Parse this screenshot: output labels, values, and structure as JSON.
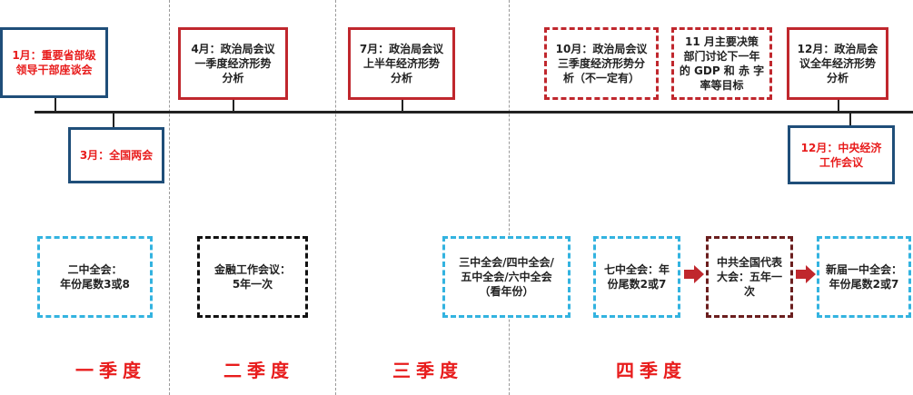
{
  "timeline": {
    "events_above": [
      {
        "id": "jan",
        "text": "1月：重要省部级\n领导干部座谈会"
      },
      {
        "id": "apr",
        "text": "4月：政治局会议\n一季度经济形势\n分析"
      },
      {
        "id": "jul",
        "text": "7月：政治局会议\n上半年经济形势\n分析"
      },
      {
        "id": "oct",
        "text": "10月：政治局会议\n三季度经济形势分\n析（不一定有）"
      },
      {
        "id": "nov",
        "text": "11 月主要决策\n部门讨论下一年\n的 GDP 和 赤 字\n率等目标"
      },
      {
        "id": "dec",
        "text": "12月：政治局会\n议全年经济形势\n分析"
      }
    ],
    "events_below": [
      {
        "id": "mar",
        "text": "3月：全国两会"
      },
      {
        "id": "dec_conf",
        "text": "12月：中央经济\n工作会议"
      }
    ]
  },
  "periodic_meetings": [
    {
      "id": "second_plenum",
      "text": "二中全会：\n年份尾数3或8"
    },
    {
      "id": "finance",
      "text": "金融工作会议：\n5年一次"
    },
    {
      "id": "plenums",
      "text": "三中全会/四中全会/\n五中全会/六中全会\n（看年份）"
    },
    {
      "id": "seventh",
      "text": "七中全会：年\n份尾数2或7"
    },
    {
      "id": "congress",
      "text": "中共全国代表\n大会：五年一\n次"
    },
    {
      "id": "first_plenum",
      "text": "新届一中全会：\n年份尾数2或7"
    }
  ],
  "quarters": [
    "一季度",
    "二季度",
    "三季度",
    "四季度"
  ],
  "colors": {
    "accent_red": "#e81c1c",
    "box_red": "#c0272d",
    "box_blue": "#1f4e79",
    "dash_blue": "#33b3e0",
    "maroon": "#6b1e1e"
  }
}
